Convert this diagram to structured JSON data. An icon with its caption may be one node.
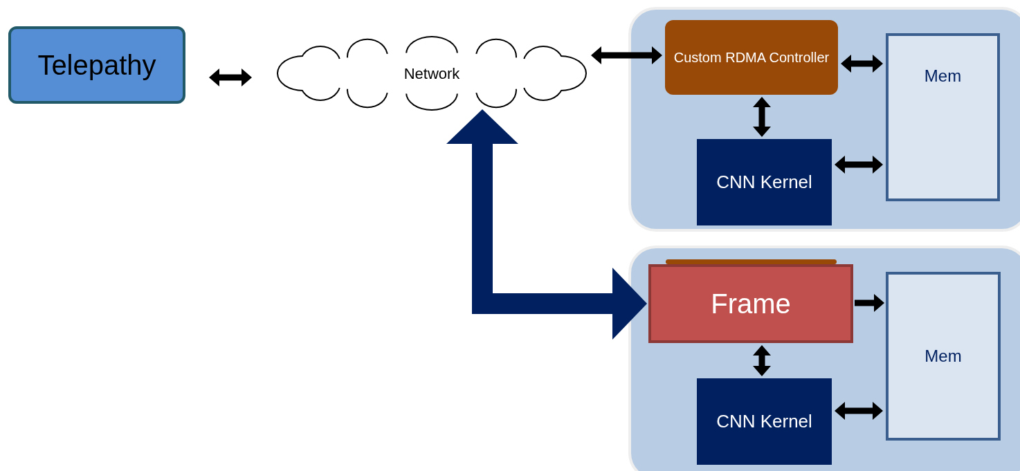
{
  "diagram": {
    "nodes": [
      {
        "text": [
          "Telepathy"
        ]
      },
      {
        "text": [
          "Network"
        ]
      },
      {
        "text": [],
        "shape": "box"
      },
      {
        "text": [
          "Custom RDMA Controller"
        ],
        "in": 2
      },
      {
        "text": [
          "Mem"
        ],
        "in": 2
      },
      {
        "text": [
          "CNN Kernel"
        ],
        "in": 2
      },
      {
        "text": [],
        "shape": "box"
      },
      {
        "text": [],
        "shape": "box",
        "in": 6
      },
      {
        "text": [
          "Frame"
        ],
        "in": 6
      },
      {
        "text": [
          "Mem"
        ],
        "in": 6
      },
      {
        "text": [
          "CNN Kernel"
        ],
        "in": 6
      }
    ],
    "edges": [
      {
        "from": 0,
        "to": 1,
        "arrow": "both"
      },
      {
        "from": 1,
        "to": 3,
        "arrow": "both"
      },
      {
        "from": 3,
        "to": 4,
        "arrow": "both"
      },
      {
        "from": 3,
        "to": 5,
        "arrow": "both"
      },
      {
        "from": 5,
        "to": 4,
        "arrow": "both"
      },
      {
        "from": 8,
        "to": 1,
        "arrow": "both",
        "style": "thick",
        "color": "#002060"
      },
      {
        "from": 8,
        "to": 9,
        "arrow": "to"
      },
      {
        "from": 8,
        "to": 10,
        "arrow": "both"
      },
      {
        "from": 10,
        "to": 9,
        "arrow": "both"
      }
    ]
  }
}
